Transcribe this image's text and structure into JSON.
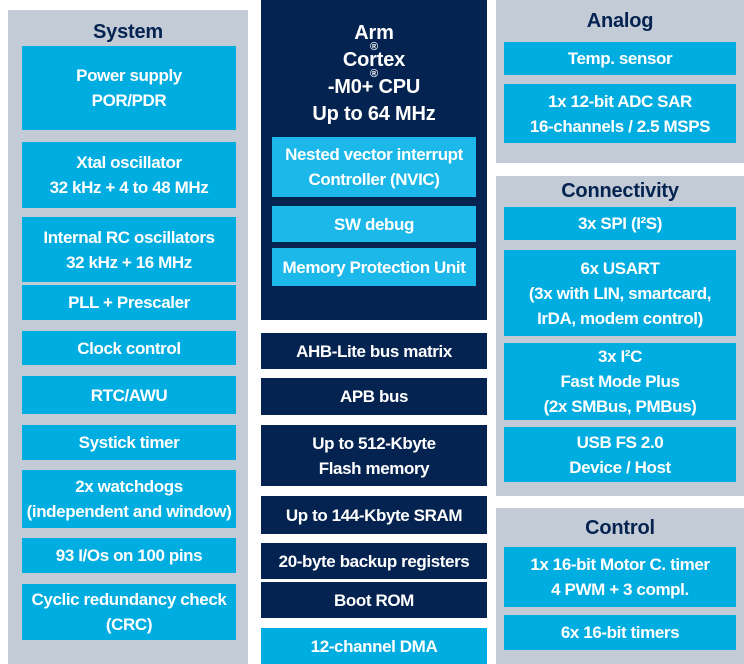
{
  "colors": {
    "panel_gray": "#c3ccd6",
    "cyan": "#00ade0",
    "cyan_bright": "#1cb8ea",
    "navy": "#042350",
    "text_on_blocks": "#ffffff"
  },
  "system": {
    "title": "System",
    "blocks": [
      "Power supply\nPOR/PDR",
      "Xtal oscillator\n32 kHz + 4 to 48 MHz",
      "Internal RC oscillators\n32 kHz + 16 MHz",
      "PLL + Prescaler",
      "Clock control",
      "RTC/AWU",
      "Systick timer",
      "2x watchdogs\n(independent and window)",
      "93 I/Os on 100 pins",
      "Cyclic redundancy check\n(CRC)"
    ]
  },
  "cpu": {
    "title": "Arm® Cortex®-M0+ CPU\nUp to 64 MHz",
    "blocks": [
      "Nested vector interrupt\nController (NVIC)",
      "SW debug",
      "Memory Protection Unit"
    ]
  },
  "bus_memory": {
    "blocks": [
      "AHB-Lite bus matrix",
      "APB bus",
      "Up to 512-Kbyte\nFlash memory",
      "Up to 144-Kbyte SRAM",
      "20-byte backup registers",
      "Boot ROM",
      "12-channel DMA"
    ]
  },
  "analog": {
    "title": "Analog",
    "blocks": [
      "Temp. sensor",
      "1x 12-bit ADC SAR\n16-channels / 2.5 MSPS"
    ]
  },
  "connectivity": {
    "title": "Connectivity",
    "blocks": [
      "3x SPI (I²S)",
      "6x USART\n(3x with LIN, smartcard,\nIrDA, modem control)",
      "3x I²C\nFast Mode Plus\n(2x SMBus, PMBus)",
      "USB FS 2.0\nDevice / Host"
    ]
  },
  "control": {
    "title": "Control",
    "blocks": [
      "1x 16-bit Motor C. timer\n4 PWM + 3 compl.",
      "6x 16-bit timers"
    ]
  }
}
